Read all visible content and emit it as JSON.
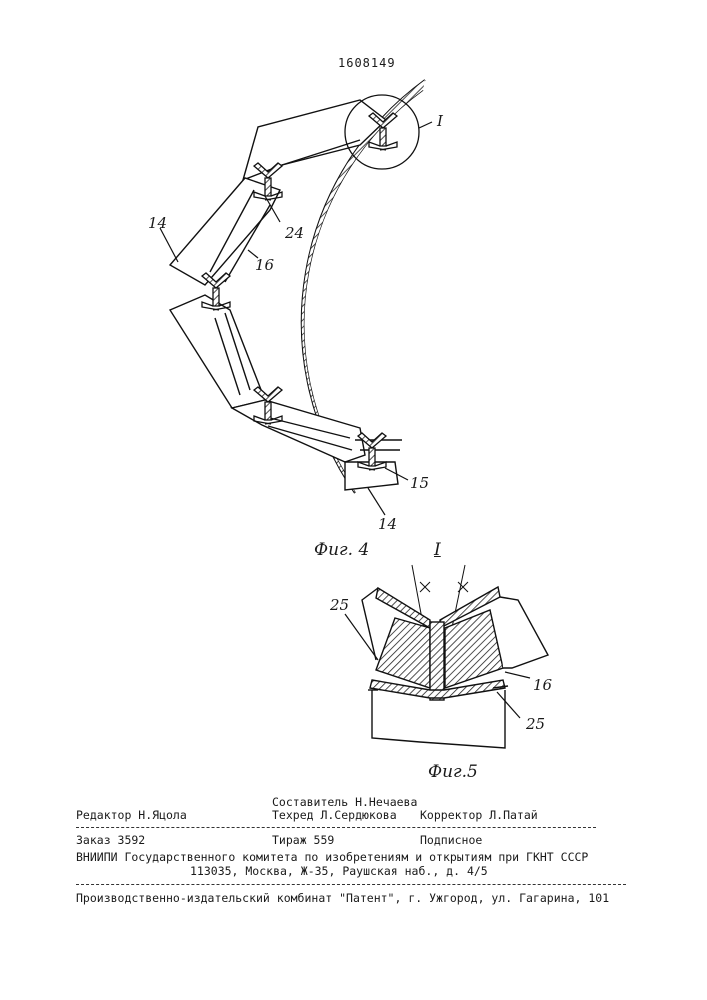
{
  "patent_number": "1608149",
  "fig4": {
    "caption": "Фиг. 4",
    "labels": {
      "detail_ref": "I",
      "ref_14_top": "14",
      "ref_24": "24",
      "ref_16": "16",
      "ref_15": "15",
      "ref_14_bottom": "14"
    }
  },
  "fig5": {
    "caption": "Фиг.5",
    "labels": {
      "detail_ref": "I",
      "ref_25_left": "25",
      "ref_16": "16",
      "ref_25_bottom": "25"
    }
  },
  "footer": {
    "editor": "Редактор Н.Яцола",
    "compiler": "Составитель Н.Нечаева",
    "techred": "Техред Л.Сердюкова",
    "corrector": "Корректор Л.Патай",
    "order": "Заказ 3592",
    "circulation": "Тираж 559",
    "subscription": "Подписное",
    "org": "ВНИИПИ Государственного комитета по изобретениям и открытиям при ГКНТ СССР",
    "address": "113035, Москва, Ж-35, Раушская наб., д. 4/5",
    "publisher": "Производственно-издательский комбинат \"Патент\", г. Ужгород, ул. Гагарина, 101"
  }
}
